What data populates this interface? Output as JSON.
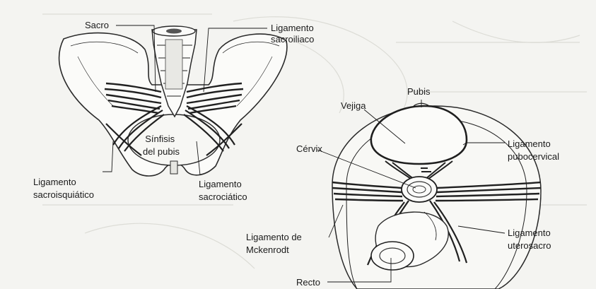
{
  "figure": {
    "left_diagram": {
      "labels": {
        "sacro": "Sacro",
        "ligamento_sacroiliaco": [
          "Ligamento",
          "sacroiliaco"
        ],
        "sinfisis_del_pubis": [
          "Sínfisis",
          "del pubis"
        ],
        "ligamento_sacroisquiatico": [
          "Ligamento",
          "sacroisquiático"
        ],
        "ligamento_sacrociatico": [
          "Ligamento",
          "sacrociático"
        ]
      }
    },
    "right_diagram": {
      "labels": {
        "pubis": "Pubis",
        "vejiga": "Vejiga",
        "cervix": "Cérvix",
        "ligamento_pubocervical": [
          "Ligamento",
          "pubocervical"
        ],
        "ligamento_de_mckenrodt": [
          "Ligamento de",
          "Mckenrodt"
        ],
        "ligamento_uterosacro": [
          "Ligamento",
          "uterosacro"
        ],
        "recto": "Recto"
      }
    }
  }
}
